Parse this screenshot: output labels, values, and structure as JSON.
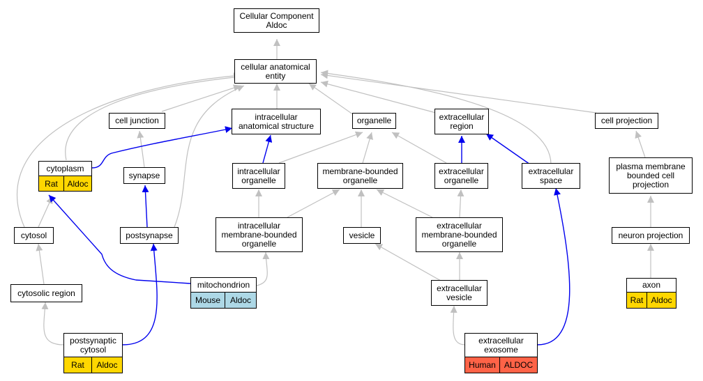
{
  "colors": {
    "blue_edge": "#0000ee",
    "gray_edge": "#c0c0c0",
    "rat": "#ffd700",
    "mouse": "#add8e6",
    "human": "#ff6347"
  },
  "nodes": {
    "cellular_component": "Cellular Component\nAldoc",
    "cellular_anatomical_entity": "cellular anatomical\nentity",
    "cell_junction": "cell junction",
    "intracellular_anatomical_structure": "intracellular\nanatomical structure",
    "organelle": "organelle",
    "extracellular_region": "extracellular\nregion",
    "cell_projection": "cell projection",
    "cytoplasm": "cytoplasm",
    "synapse": "synapse",
    "intracellular_organelle": "intracellular\norganelle",
    "membrane_bounded_organelle": "membrane-bounded\norganelle",
    "extracellular_organelle": "extracellular\norganelle",
    "extracellular_space": "extracellular\nspace",
    "plasma_membrane_bounded_cell_projection": "plasma membrane\nbounded cell\nprojection",
    "cytosol": "cytosol",
    "postsynapse": "postsynapse",
    "intracellular_membrane_bounded_organelle": "intracellular\nmembrane-bounded\norganelle",
    "vesicle": "vesicle",
    "extracellular_membrane_bounded_organelle": "extracellular\nmembrane-bounded\norganelle",
    "neuron_projection": "neuron projection",
    "cytosolic_region": "cytosolic region",
    "mitochondrion": "mitochondrion",
    "extracellular_vesicle": "extracellular\nvesicle",
    "axon": "axon",
    "postsynaptic_cytosol": "postsynaptic\ncytosol",
    "extracellular_exosome": "extracellular\nexosome"
  },
  "annotations": {
    "cytoplasm": [
      "Rat",
      "Aldoc"
    ],
    "mitochondrion": [
      "Mouse",
      "Aldoc"
    ],
    "axon": [
      "Rat",
      "Aldoc"
    ],
    "postsynaptic_cytosol": [
      "Rat",
      "Aldoc"
    ],
    "extracellular_exosome": [
      "Human",
      "ALDOC"
    ]
  }
}
